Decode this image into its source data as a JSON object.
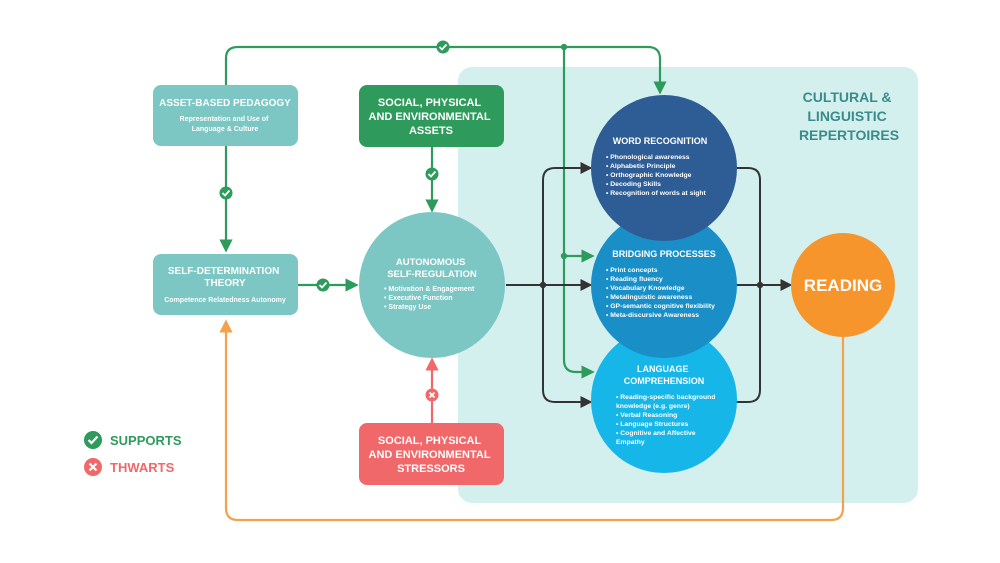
{
  "colors": {
    "culture_region": "#d3f0ef",
    "teal_box": "#7cc6c4",
    "green_box": "#2e9a5c",
    "red_box": "#f0686a",
    "word_recognition": "#2e5d95",
    "bridging": "#1a8fc7",
    "language": "#17b6e8",
    "reading": "#f7952d",
    "supports": "#2e9a5c",
    "thwarts": "#f0686a",
    "orange_line": "#f5a04a",
    "dark_line": "#333333",
    "region_text": "#3a8c8a"
  },
  "region": {
    "label_lines": [
      "CULTURAL &",
      "LINGUISTIC",
      "REPERTOIRES"
    ]
  },
  "nodes": {
    "asset_pedagogy": {
      "title": "ASSET-BASED PEDAGOGY",
      "sub_lines": [
        "Representation and Use of",
        "Language & Culture"
      ]
    },
    "self_determination": {
      "title_lines": [
        "SELF-DETERMINATION",
        "THEORY"
      ],
      "sub": "Competence Relatedness Autonomy"
    },
    "assets": {
      "title_lines": [
        "SOCIAL, PHYSICAL",
        "AND ENVIRONMENTAL",
        "ASSETS"
      ]
    },
    "stressors": {
      "title_lines": [
        "SOCIAL, PHYSICAL",
        "AND ENVIRONMENTAL",
        "STRESSORS"
      ]
    },
    "self_regulation": {
      "title_lines": [
        "AUTONOMOUS",
        "SELF-REGULATION"
      ],
      "items": [
        "• Motivation & Engagement",
        "• Executive Function",
        "• Strategy Use"
      ]
    },
    "word_recognition": {
      "title": "WORD RECOGNITION",
      "items": [
        "• Phonological awareness",
        "• Alphabetic Principle",
        "• Orthographic Knowledge",
        "• Decoding Skills",
        "• Recognition of words at sight"
      ]
    },
    "bridging": {
      "title": "BRIDGING PROCESSES",
      "items": [
        "• Print concepts",
        "• Reading fluency",
        "• Vocabulary Knowledge",
        "• Metalinguistic awareness",
        "• GP-semantic cognitive flexibility",
        "• Meta-discursive Awareness"
      ]
    },
    "language": {
      "title_lines": [
        "LANGUAGE",
        "COMPREHENSION"
      ],
      "items": [
        "• Reading-specific background",
        "  knowledge (e.g. genre)",
        "• Verbal Reasoning",
        "• Language Structures",
        "• Cognitive and Affective",
        "  Empathy"
      ]
    },
    "reading": {
      "title": "READING"
    }
  },
  "legend": {
    "supports": "SUPPORTS",
    "thwarts": "THWARTS"
  }
}
